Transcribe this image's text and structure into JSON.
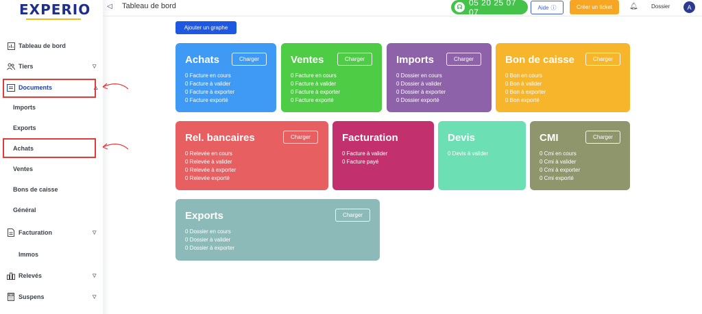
{
  "logo": "EXPERIO",
  "header": {
    "title": "Tableau de bord",
    "phone": "05 20 25 07 07",
    "aide": "Aide",
    "ticket": "Créer un ticket",
    "dossier": "Dossier",
    "avatar": "A"
  },
  "sidebar": {
    "tableau": "Tableau de bord",
    "tiers": "Tiers",
    "documents": "Documents",
    "imports": "Imports",
    "exports": "Exports",
    "achats": "Achats",
    "ventes": "Ventes",
    "bons": "Bons de caisse",
    "general": "Général",
    "facturation": "Facturation",
    "immos": "Immos",
    "releves": "Relevés",
    "suspens": "Suspens"
  },
  "main": {
    "add_graph": "Ajouter un graphe"
  },
  "charger": "Charger",
  "cards": {
    "achats": {
      "title": "Achats",
      "color": "#3f9af5",
      "lines": [
        "0 Facture en cours",
        "0 Facture à valider",
        "0 Facture à exporter",
        "0 Facture exporté"
      ]
    },
    "ventes": {
      "title": "Ventes",
      "color": "#4fcc45",
      "lines": [
        "0 Facture en cours",
        "0 Facture à valider",
        "0 Facture à exporter",
        "0 Facture exporté"
      ]
    },
    "imports": {
      "title": "Imports",
      "color": "#8e62a9",
      "lines": [
        "0 Dossier en cours",
        "0 Dossier à valider",
        "0 Dossier à exporter",
        "0 Dossier exporté"
      ]
    },
    "bon_caisse": {
      "title": "Bon de caisse",
      "color": "#f7b52c",
      "lines": [
        "0 Bon en cours",
        "0 Bon à valider",
        "0 Bon à exporter",
        "0 Bon exporté"
      ]
    },
    "rel_bancaires": {
      "title": "Rel. bancaires",
      "color": "#e85f61",
      "lines": [
        "0 Relevée en cours",
        "0 Relevée à valider",
        "0 Relevée à exporter",
        "0 Relevée exporté"
      ]
    },
    "facturation": {
      "title": "Facturation",
      "color": "#c2306e",
      "lines": [
        "0 Facture à valider",
        "0 Facture payé"
      ]
    },
    "devis": {
      "title": "Devis",
      "color": "#6ddfb4",
      "lines": [
        "0 Devis à valider"
      ]
    },
    "cmi": {
      "title": "CMI",
      "color": "#8f966c",
      "lines": [
        "0 Cmi en cours",
        "0 Cmi à valider",
        "0 Cmi à exporter",
        "0 Cmi exporté"
      ]
    },
    "exports": {
      "title": "Exports",
      "color": "#8cbab9",
      "lines": [
        "0 Dossier en cours",
        "0 Dossier à valider",
        "0 Dossier à exporter"
      ]
    }
  }
}
